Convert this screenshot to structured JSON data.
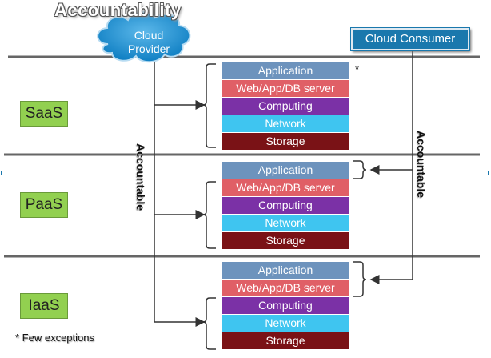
{
  "title": "Accountability",
  "provider": {
    "label": "Cloud\nProvider"
  },
  "consumer": {
    "label": "Cloud Consumer"
  },
  "layers": [
    "SaaS",
    "PaaS",
    "IaaS"
  ],
  "stack": [
    "Application",
    "Web/App/DB server",
    "Computing",
    "Network",
    "Storage"
  ],
  "accountable_left": "Accountable",
  "accountable_right": "Accountable",
  "asterisk": "*",
  "footnote": "* Few exceptions",
  "colors": {
    "application": "#6d93bd",
    "web_server": "#e05f66",
    "computing": "#7b31a6",
    "network": "#3fc5f0",
    "storage": "#7a1216",
    "layer_label": "#92d050",
    "cloud": "#1a8fd0",
    "consumer_box": "#1a78ad"
  }
}
